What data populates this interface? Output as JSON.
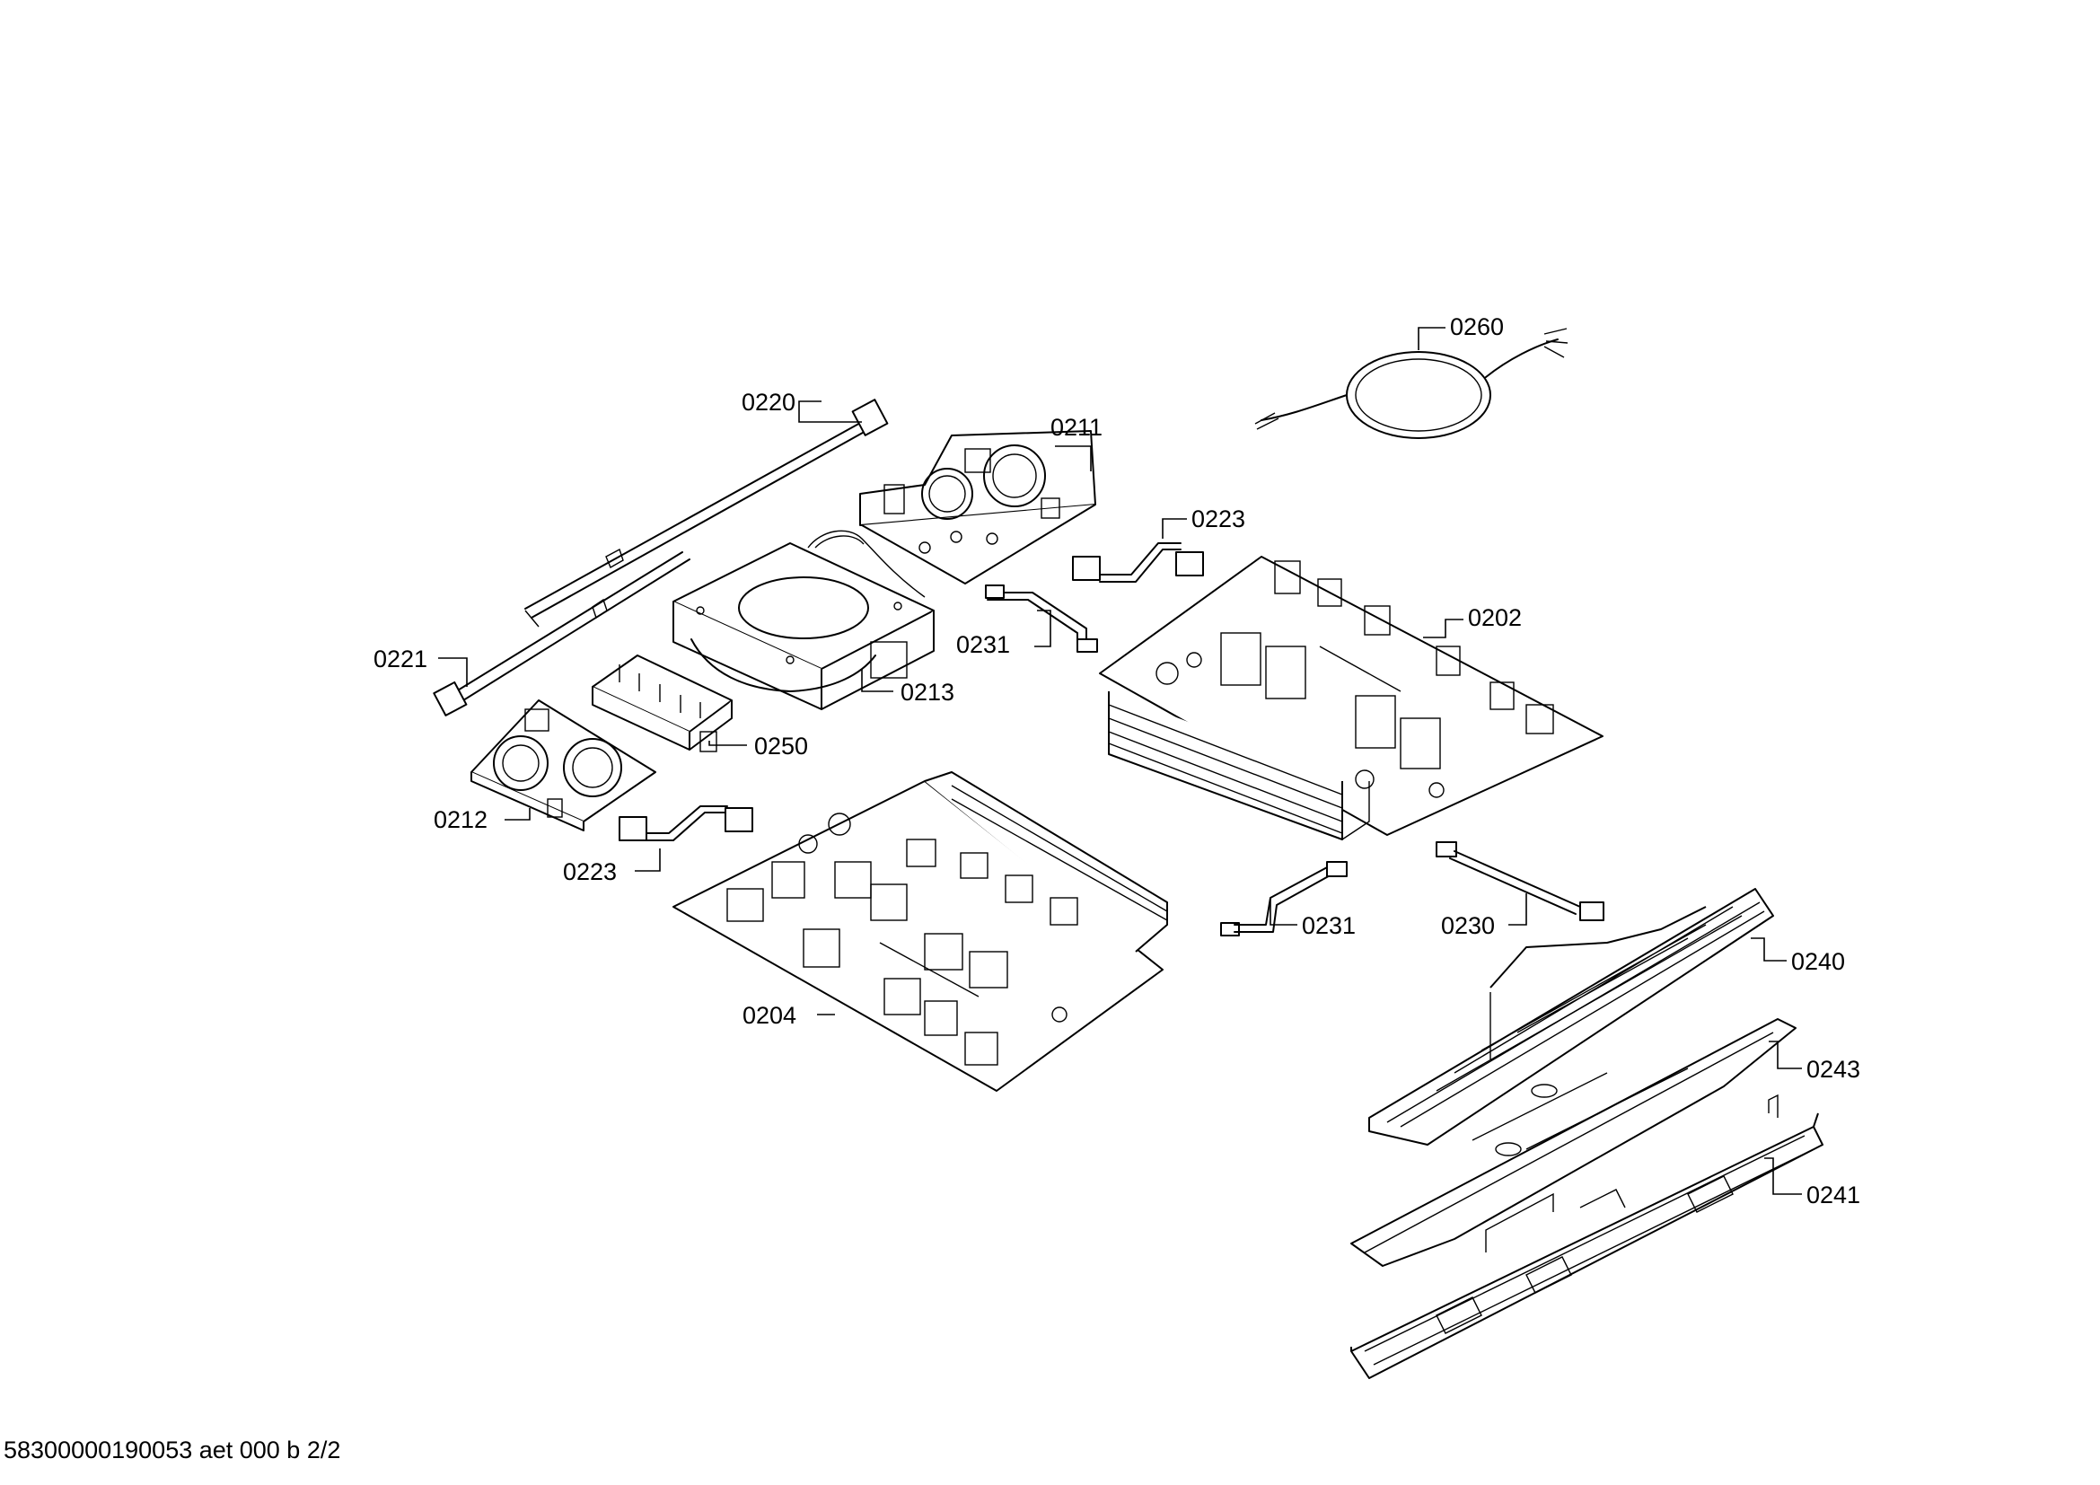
{
  "callouts": {
    "c0260": "0260",
    "c0220": "0220",
    "c0211": "0211",
    "c0223a": "0223",
    "c0202": "0202",
    "c0231a": "0231",
    "c0213": "0213",
    "c0221": "0221",
    "c0250": "0250",
    "c0212": "0212",
    "c0223b": "0223",
    "c0231b": "0231",
    "c0230": "0230",
    "c0240": "0240",
    "c0204": "0204",
    "c0243": "0243",
    "c0241": "0241"
  },
  "footer": {
    "drawing_id": "58300000190053 aet 000 b 2/2"
  }
}
